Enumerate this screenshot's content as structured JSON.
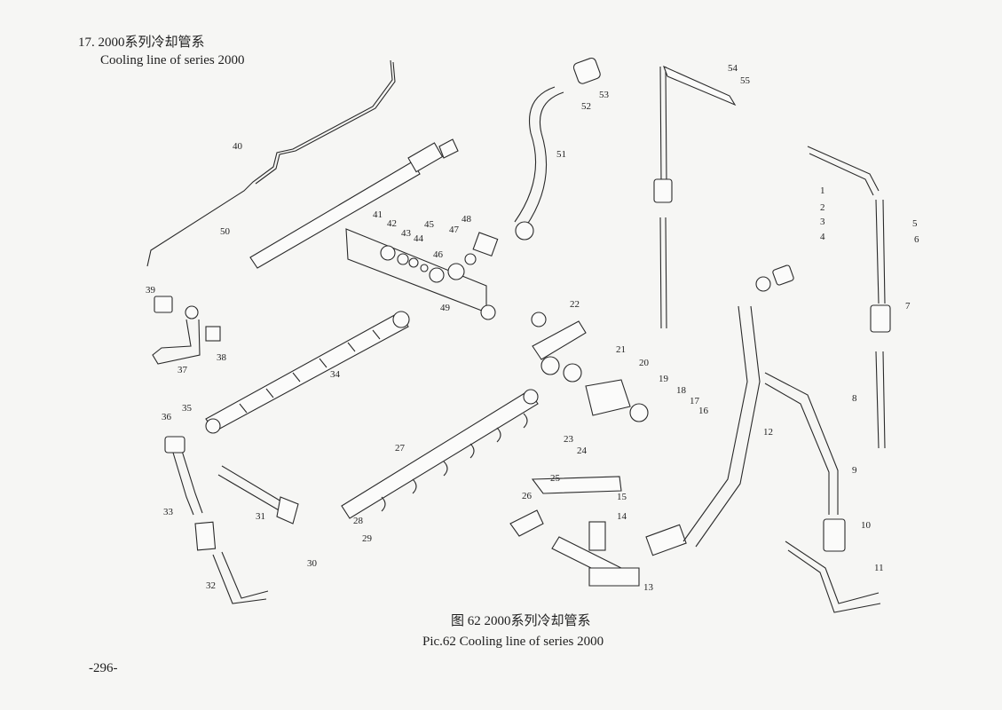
{
  "section_title": "17. 2000系列冷却管系",
  "section_subtitle": "Cooling line of series 2000",
  "caption_zh": "图 62  2000系列冷却管系",
  "caption_en": "Pic.62   Cooling line of series 2000",
  "page_number": "-296-",
  "callouts": [
    "1",
    "2",
    "3",
    "4",
    "5",
    "6",
    "7",
    "8",
    "9",
    "10",
    "11",
    "12",
    "13",
    "14",
    "15",
    "16",
    "17",
    "18",
    "19",
    "20",
    "21",
    "22",
    "23",
    "24",
    "25",
    "26",
    "27",
    "28",
    "29",
    "30",
    "31",
    "32",
    "33",
    "34",
    "35",
    "36",
    "37",
    "38",
    "39",
    "40",
    "41",
    "42",
    "43",
    "44",
    "45",
    "46",
    "47",
    "48",
    "49",
    "50",
    "51",
    "52",
    "53",
    "54",
    "55"
  ]
}
